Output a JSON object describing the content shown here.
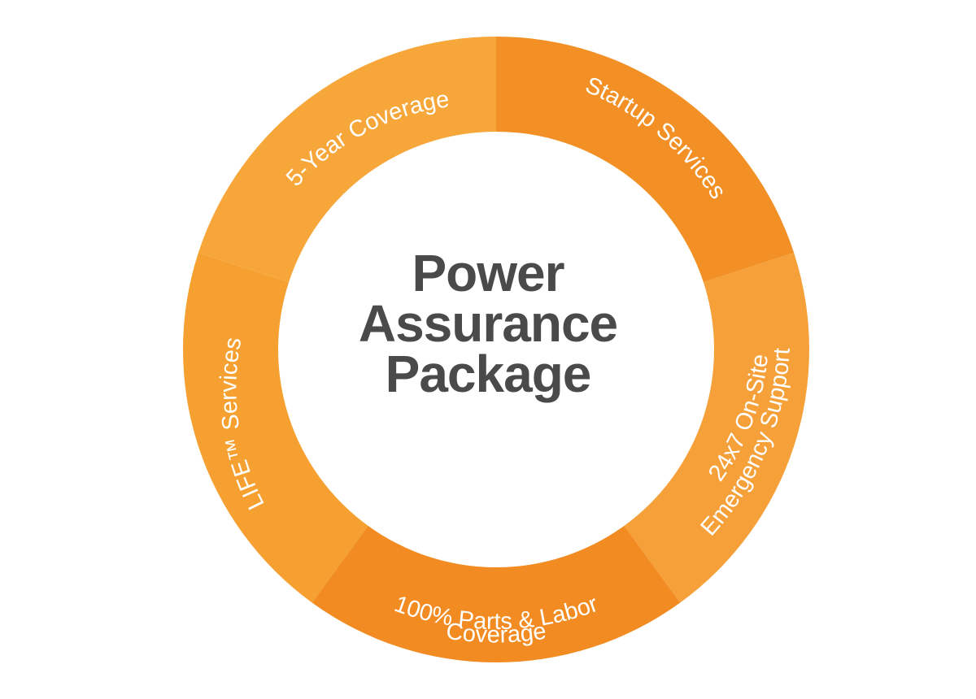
{
  "title": {
    "line1": "Power",
    "line2": "Assurance",
    "line3": "Package"
  },
  "segments": [
    {
      "id": "five-year",
      "label": "5-Year Coverage",
      "color": "#F7A73A"
    },
    {
      "id": "startup",
      "label": "Startup Services",
      "color": "#F39025"
    },
    {
      "id": "emergency",
      "label_line1": "24x7 On-Site",
      "label_line2": "Emergency Support",
      "color": "#F6A03A"
    },
    {
      "id": "parts-labor",
      "label_line1": "100%  Parts & Labor",
      "label_line2": "Coverage",
      "color": "#F28C22"
    },
    {
      "id": "life",
      "label": "LIFE™ Services",
      "color": "#F5A030"
    }
  ]
}
